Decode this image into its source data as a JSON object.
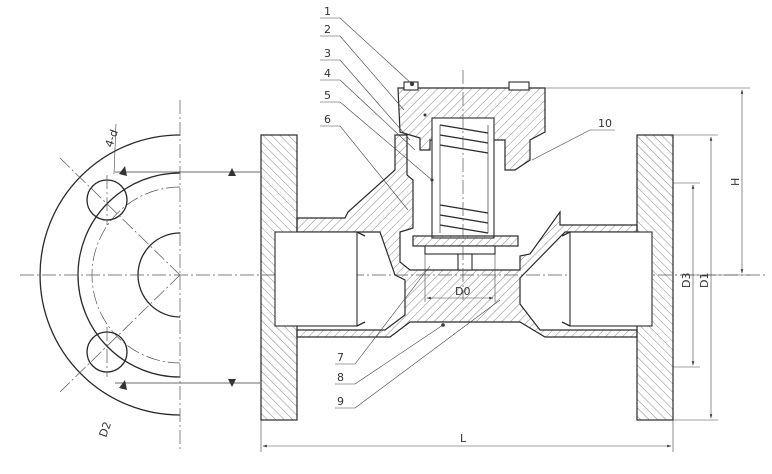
{
  "part_labels": [
    "1",
    "2",
    "3",
    "4",
    "5",
    "6",
    "7",
    "8",
    "9",
    "10"
  ],
  "dimensions": {
    "holes": "4-d",
    "bolt_circle": "D2",
    "length": "L",
    "height": "H",
    "bore": "D0",
    "outer_a": "D3",
    "outer_b": "D1"
  }
}
